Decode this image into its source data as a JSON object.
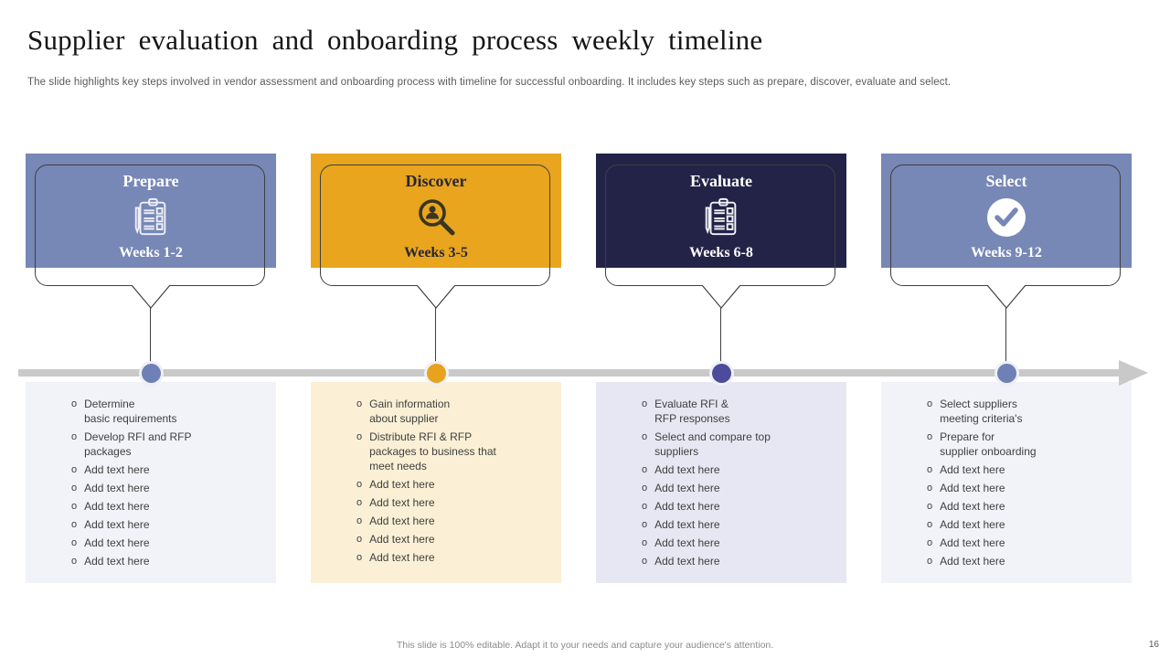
{
  "header": {
    "title": "Supplier evaluation and onboarding process weekly timeline",
    "subtitle": "The slide highlights key steps involved in vendor assessment and onboarding process with timeline for successful onboarding. It includes key steps such as prepare, discover, evaluate and select."
  },
  "bullet_char": "o",
  "stages": [
    {
      "title": "Prepare",
      "weeks": "Weeks 1-2",
      "icon": "clipboard-checklist-icon",
      "items": [
        "Determine\nbasic requirements",
        "Develop  RFI and RFP\npackages",
        "Add text here",
        "Add text here",
        "Add text here",
        "Add text here",
        "Add text here",
        "Add text here"
      ]
    },
    {
      "title": "Discover",
      "weeks": "Weeks 3-5",
      "icon": "person-search-icon",
      "items": [
        "Gain information\nabout supplier",
        "Distribute  RFI & RFP\npackages to business that\nmeet needs",
        "Add text here",
        "Add text here",
        "Add text here",
        "Add text here",
        "Add text here"
      ]
    },
    {
      "title": "Evaluate",
      "weeks": "Weeks 6-8",
      "icon": "clipboard-checklist-icon",
      "items": [
        "Evaluate  RFI &\nRFP responses",
        "Select and compare top\nsuppliers",
        "Add text here",
        "Add text here",
        "Add text here",
        "Add text here",
        "Add text here",
        "Add text here"
      ]
    },
    {
      "title": "Select",
      "weeks": "Weeks 9-12",
      "icon": "check-circle-icon",
      "items": [
        "Select suppliers\nmeeting criteria's",
        "Prepare  for\nsupplier onboarding",
        "Add text here",
        "Add text here",
        "Add text here",
        "Add text here",
        "Add text here",
        "Add text here"
      ]
    }
  ],
  "colors": {
    "prepare_header": "#7787b6",
    "discover_header": "#e8a51d",
    "evaluate_header": "#232348",
    "select_header": "#7787b6",
    "timeline_bar": "#c9c9c9",
    "dots": [
      "#6e80b5",
      "#e8a21c",
      "#4c4c9b",
      "#6e80b5"
    ],
    "panel_backgrounds": [
      "#f1f3f9",
      "#fbf0d5",
      "#e7e7f3",
      "#f1f3f9"
    ]
  },
  "footer": {
    "note": "This slide is 100% editable.  Adapt it to your needs and capture your audience's attention.",
    "page_number": "16"
  }
}
